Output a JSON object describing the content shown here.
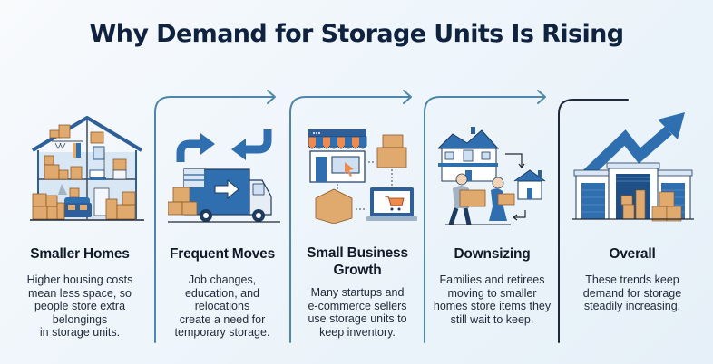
{
  "title": "Why Demand for Storage Units Is Rising",
  "colors": {
    "accent_blue": "#2f6fb0",
    "dark_navy": "#0f2340",
    "box_tan": "#e0a96d",
    "connector_line": "#4f86ad",
    "final_line": "#1e293b",
    "background": "#eef5fb"
  },
  "panels": [
    {
      "id": "smaller-homes",
      "icon": "house-full-of-boxes-icon",
      "heading": "Smaller Homes",
      "description_lines": [
        "Higher housing costs",
        "mean less space, so",
        "people store extra",
        "belongings",
        "in storage units."
      ]
    },
    {
      "id": "frequent-moves",
      "icon": "moving-truck-icon",
      "heading": "Frequent Moves",
      "description_lines": [
        "Job changes,",
        "education, and",
        "relocations",
        "create a need for",
        "temporary storage."
      ]
    },
    {
      "id": "small-business-growth",
      "icon": "storefront-ecommerce-icon",
      "heading_lines": [
        "Small Business",
        "Growth"
      ],
      "description_lines": [
        "Many startups and",
        "e-commerce sellers",
        "use storage units to",
        "keep inventory."
      ]
    },
    {
      "id": "downsizing",
      "icon": "couple-moving-to-smaller-home-icon",
      "heading": "Downsizing",
      "description_lines": [
        "Families and retirees",
        "moving to smaller",
        "homes store items they",
        "still wait to keep."
      ]
    },
    {
      "id": "overall",
      "icon": "rising-trend-storage-facility-icon",
      "heading": "Overall",
      "description_lines": [
        "These trends keep",
        "demand for storage",
        "steadily increasing."
      ]
    }
  ]
}
